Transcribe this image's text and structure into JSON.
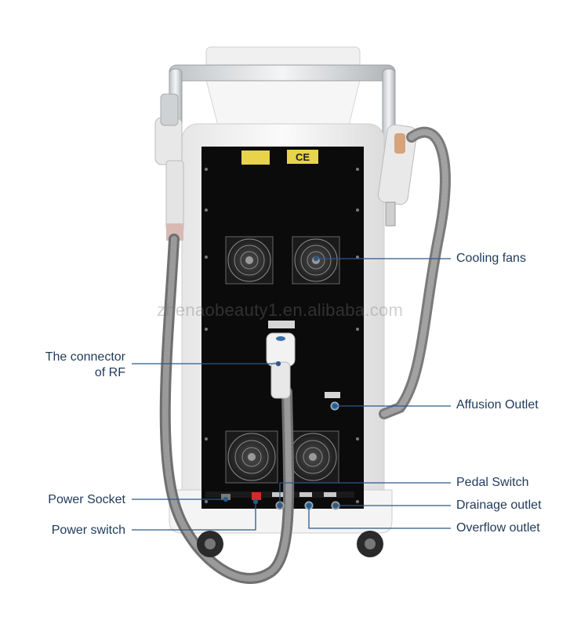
{
  "labels": {
    "cooling_fans": "Cooling fans",
    "rf_connector_line1": "The connector",
    "rf_connector_line2": "of RF",
    "affusion_outlet": "Affusion Outlet",
    "pedal_switch": "Pedal Switch",
    "power_socket": "Power Socket",
    "drainage_outlet": "Drainage outlet",
    "power_switch": "Power switch",
    "overflow_outlet": "Overflow outlet"
  },
  "watermark": "zhenaobeauty1.en.alibaba.com",
  "panel_marks": {
    "ce_mark": "CE"
  },
  "colors": {
    "callout_line": "#2a5a8a",
    "label_text": "#1f3a5a",
    "panel": "#0b0b0b",
    "body": "#f2f2f2"
  }
}
